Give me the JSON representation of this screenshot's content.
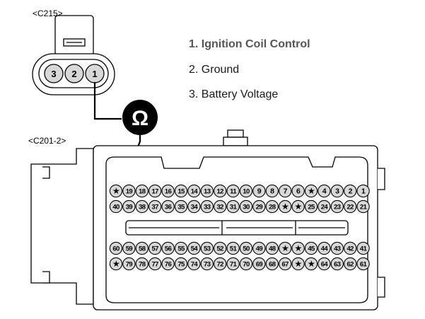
{
  "connector_c215": {
    "label": "<C215>",
    "pins": [
      "3",
      "2",
      "1"
    ]
  },
  "connector_c201": {
    "label": "<C201-2>",
    "rows": [
      [
        "★",
        "19",
        "18",
        "17",
        "16",
        "15",
        "14",
        "13",
        "12",
        "11",
        "10",
        "9",
        "8",
        "7",
        "6",
        "★",
        "4",
        "3",
        "2",
        "1"
      ],
      [
        "40",
        "39",
        "38",
        "37",
        "36",
        "35",
        "34",
        "33",
        "32",
        "31",
        "30",
        "29",
        "28",
        "★",
        "★",
        "25",
        "24",
        "23",
        "22",
        "21"
      ],
      [
        "60",
        "59",
        "58",
        "57",
        "56",
        "55",
        "54",
        "53",
        "52",
        "51",
        "50",
        "49",
        "48",
        "★",
        "★",
        "45",
        "44",
        "43",
        "42",
        "41"
      ],
      [
        "★",
        "79",
        "78",
        "77",
        "76",
        "75",
        "74",
        "73",
        "72",
        "71",
        "70",
        "69",
        "68",
        "67",
        "★",
        "★",
        "64",
        "63",
        "62",
        "61"
      ]
    ]
  },
  "meter": {
    "symbol": "Ω"
  },
  "legend": [
    {
      "text": "1. Ignition Coil Control"
    },
    {
      "text": "2. Ground"
    },
    {
      "text": "3. Battery Voltage"
    }
  ],
  "colors": {
    "line": "#000000",
    "pin_fill": "#d8d8d8",
    "connector_fill": "#ffffff",
    "meter_fill": "#000000"
  }
}
